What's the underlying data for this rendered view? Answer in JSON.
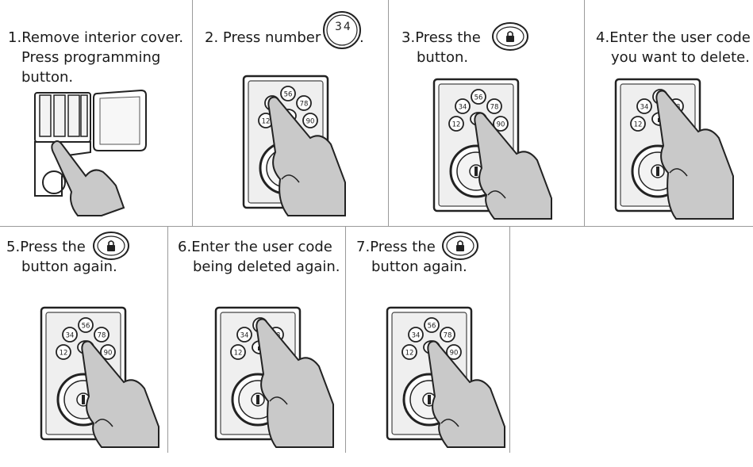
{
  "steps": [
    {
      "num": "1.",
      "line1": "Remove interior cover.",
      "line2": "Press programming",
      "line3": "button."
    },
    {
      "num": "2.",
      "line1": "Press number",
      "end": "."
    },
    {
      "num": "3.",
      "line1": "Press the",
      "line2": "button."
    },
    {
      "num": "4.",
      "line1": "Enter the user code",
      "line2": "you want to delete."
    },
    {
      "num": "5.",
      "line1": "Press the",
      "line2": "button again."
    },
    {
      "num": "6.",
      "line1": "Enter the user code",
      "line2": "being deleted again."
    },
    {
      "num": "7.",
      "line1": "Press the",
      "line2": "button again."
    }
  ],
  "keys": {
    "k12": "12",
    "k34": "34",
    "k56": "56",
    "k78": "78",
    "k90": "90"
  },
  "icons": {
    "lock": "lock-button-icon",
    "hand": "pointing-hand-icon",
    "keypad": "deadbolt-keypad-icon"
  },
  "colors": {
    "line": "#9a9a9a",
    "ink": "#1a1a1a",
    "hand": "#c9c9c9",
    "faceplate": "#e6e6e6"
  }
}
